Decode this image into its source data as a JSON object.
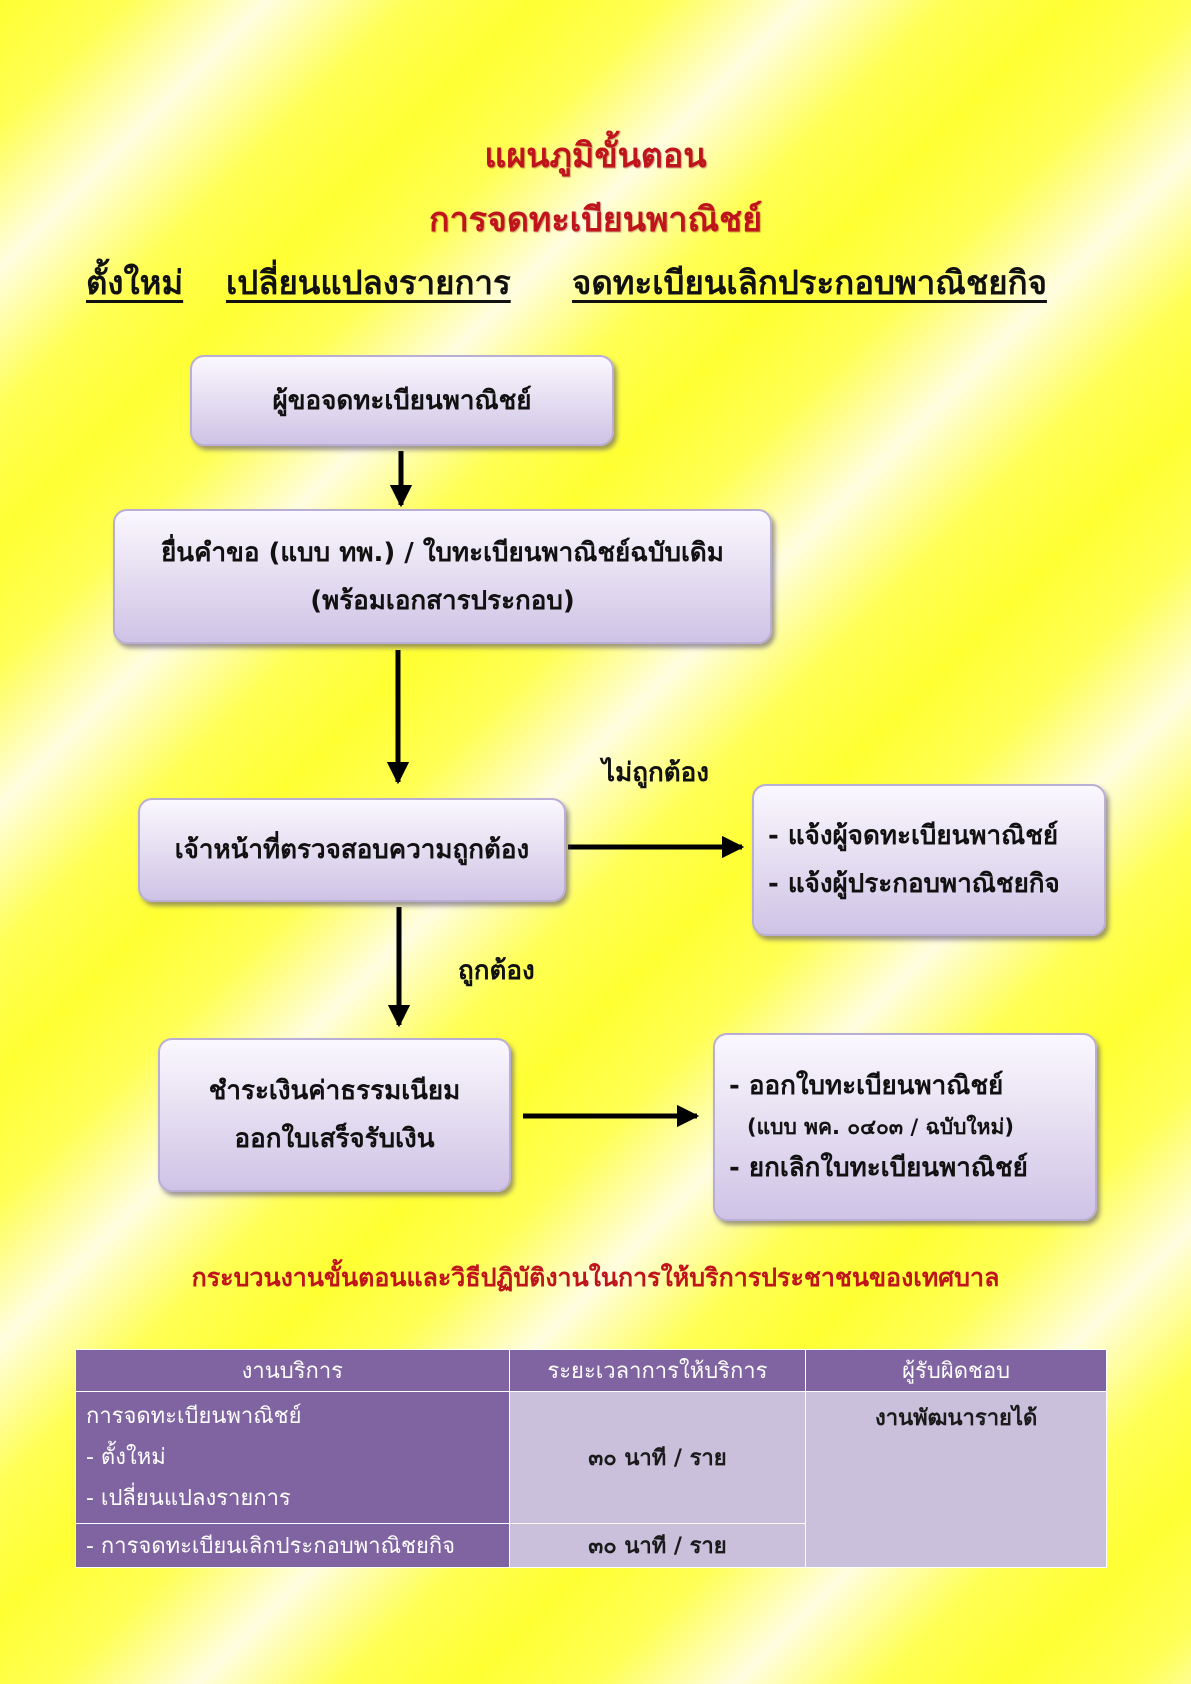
{
  "header": {
    "title_line1": "แผนภูมิขั้นตอน",
    "title_line2": "การจดทะเบียนพาณิชย์",
    "subtitles": [
      "ตั้งใหม่",
      "เปลี่ยนแปลงรายการ",
      "จดทะเบียนเลิกประกอบพาณิชยกิจ"
    ]
  },
  "flow": {
    "step1": "ผู้ขอจดทะเบียนพาณิชย์",
    "step2": [
      "ยื่นคำขอ (แบบ ทพ.) / ใบทะเบียนพาณิชย์ฉบับเดิม",
      "(พร้อมเอกสารประกอบ)"
    ],
    "step3": "เจ้าหน้าที่ตรวจสอบความถูกต้อง",
    "label_incorrect": "ไม่ถูกต้อง",
    "incorrect_actions": [
      "- แจ้งผู้จดทะเบียนพาณิชย์",
      "- แจ้งผู้ประกอบพาณิชยกิจ"
    ],
    "label_correct": "ถูกต้อง",
    "step4": [
      "ชำระเงินค่าธรรมเนียม",
      "ออกใบเสร็จรับเงิน"
    ],
    "results": [
      "- ออกใบทะเบียนพาณิชย์",
      "(แบบ พค. ๐๔๐๓ / ฉบับใหม่)",
      "- ยกเลิกใบทะเบียนพาณิชย์"
    ]
  },
  "footer": {
    "title": "กระบวนงานขั้นตอนและวิธีปฏิบัติงานในการให้บริการประชาชนของเทศบาล"
  },
  "table": {
    "headers": [
      "งานบริการ",
      "ระยะเวลาการให้บริการ",
      "ผู้รับผิดชอบ"
    ],
    "row1_lines": [
      "การจดทะเบียนพาณิชย์",
      "- ตั้งใหม่",
      "- เปลี่ยนแปลงรายการ"
    ],
    "row1_time": "๓๐ นาที / ราย",
    "responsible": "งานพัฒนารายได้",
    "row2_name": "- การจดทะเบียนเลิกประกอบพาณิชยกิจ",
    "row2_time": "๓๐ นาที / ราย"
  },
  "colors": {
    "title_red": "#c0141c",
    "table_header_purple": "#8064a2",
    "table_cell_lavender": "#cbc0dc"
  }
}
